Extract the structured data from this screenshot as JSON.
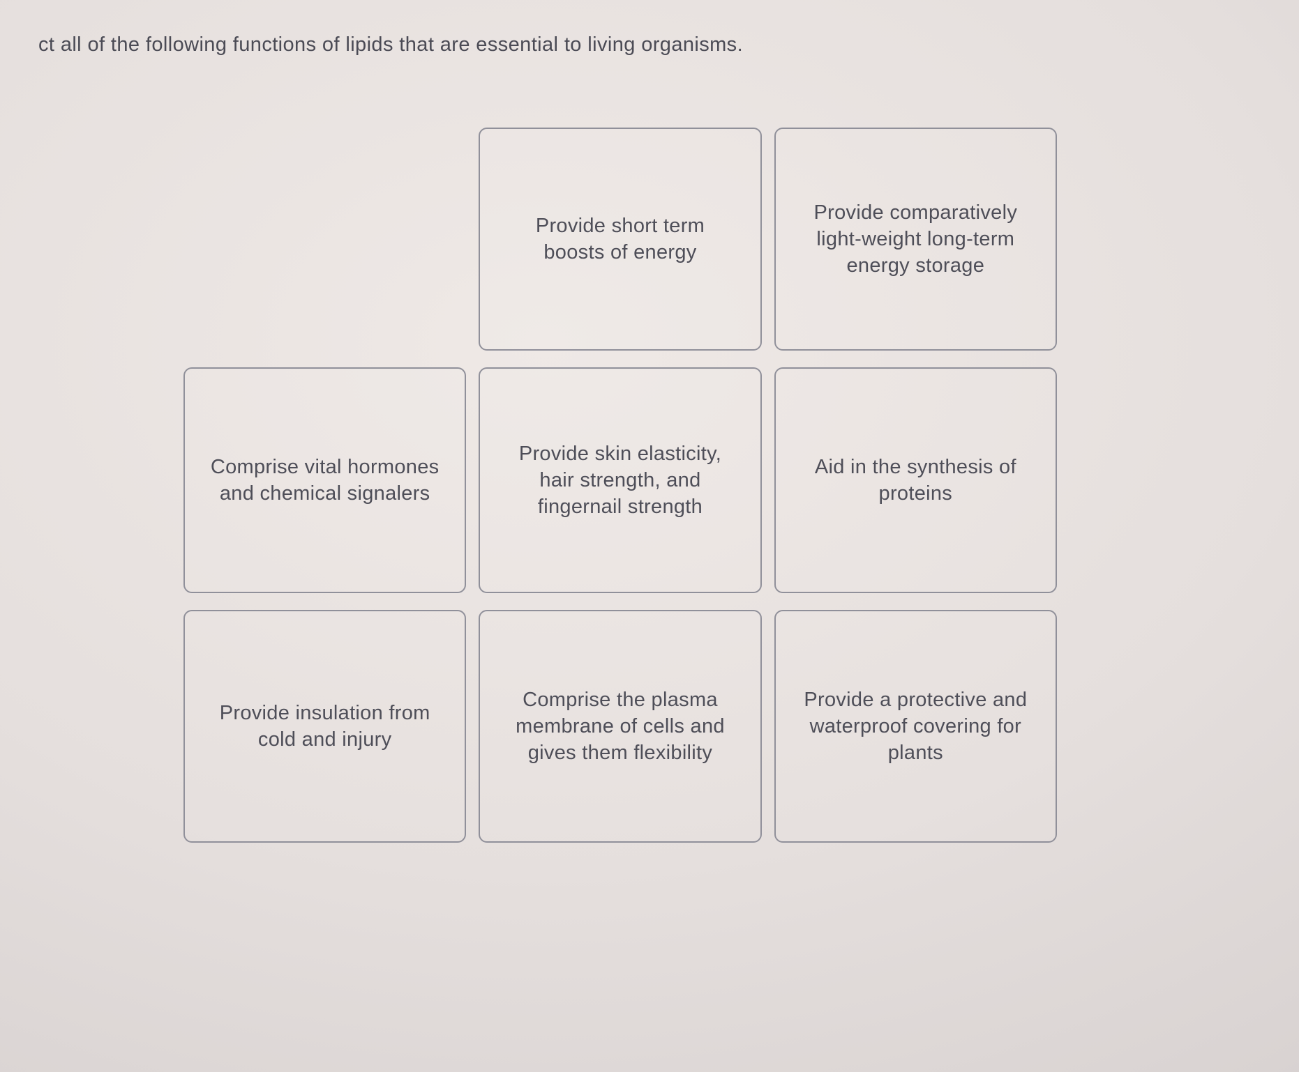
{
  "page": {
    "title": "ct all of the following functions of lipids that are essential to living organisms."
  },
  "cards": [
    {
      "label": "Provide short term boosts of energy"
    },
    {
      "label": "Provide comparatively light-weight long-term energy storage"
    },
    {
      "label": "Comprise vital hormones and chemical signalers"
    },
    {
      "label": "Provide skin elasticity, hair strength, and fingernail strength"
    },
    {
      "label": "Aid in the synthesis of proteins"
    },
    {
      "label": "Provide insulation from cold and injury"
    },
    {
      "label": "Comprise the plasma membrane of cells and gives them flexibility"
    },
    {
      "label": "Provide a protective and waterproof covering for plants"
    }
  ]
}
